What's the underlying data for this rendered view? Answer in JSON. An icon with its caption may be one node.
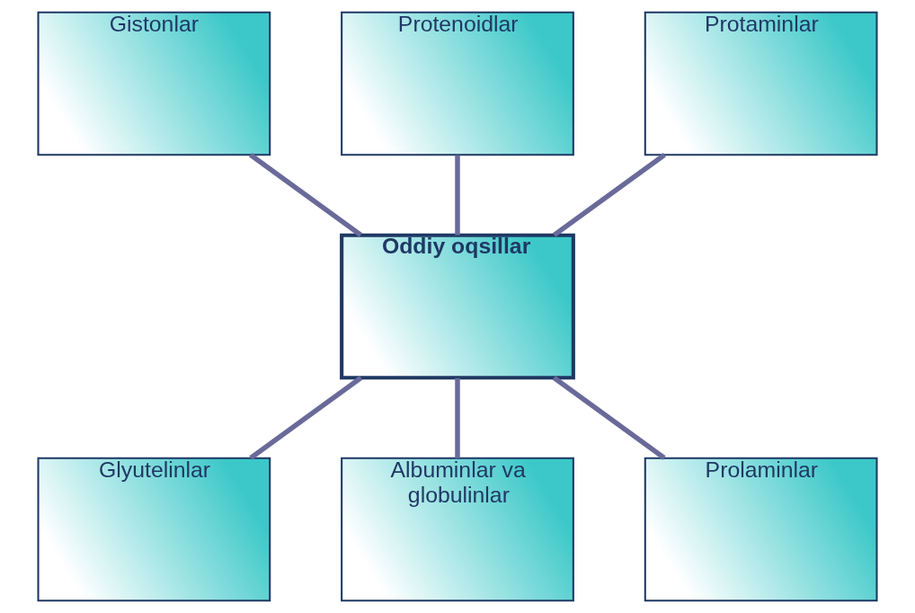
{
  "diagram": {
    "nodes": [
      {
        "text": [
          "Oddiy oqsillar"
        ]
      },
      {
        "text": [
          "Gistonlar"
        ]
      },
      {
        "text": [
          "Protenoidlar"
        ]
      },
      {
        "text": [
          "Protaminlar"
        ]
      },
      {
        "text": [
          "Glyutelinlar"
        ]
      },
      {
        "text": [
          "Albuminlar va globulinlar"
        ]
      },
      {
        "text": [
          "Prolaminlar"
        ]
      }
    ],
    "edges": [
      {
        "from": 2,
        "to": 0,
        "arrow": "none"
      },
      {
        "from": 1,
        "to": 0,
        "arrow": "none"
      },
      {
        "from": 3,
        "to": 0,
        "arrow": "none"
      },
      {
        "from": 0,
        "to": 4,
        "arrow": "none"
      },
      {
        "from": 0,
        "to": 5,
        "arrow": "none"
      },
      {
        "from": 0,
        "to": 6,
        "arrow": "none"
      }
    ]
  }
}
